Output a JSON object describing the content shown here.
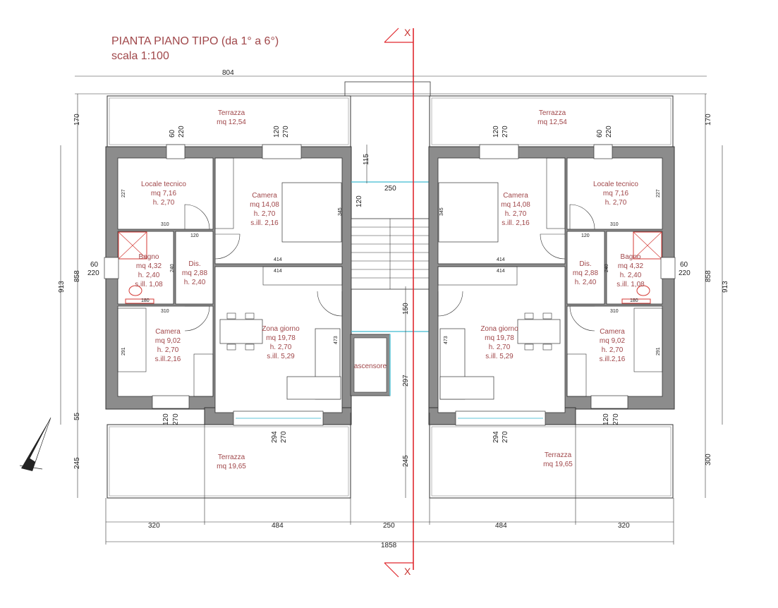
{
  "title": {
    "line1": "PIANTA PIANO TIPO (da 1° a 6°)",
    "line2": "scala 1:100"
  },
  "section_marker": "X",
  "colors": {
    "wall": "#8c8c8c",
    "room_text": "#a0474a",
    "section_line": "#e0282e",
    "glass": "#5fc6d8"
  },
  "dimensions": {
    "top_width": "804",
    "bottom_parts": [
      "320",
      "484",
      "250",
      "484",
      "320"
    ],
    "total": "1858",
    "left_170": "170",
    "left_913": "913",
    "left_858": "858",
    "left_55": "55",
    "left_245": "245",
    "right_170": "170",
    "right_913": "913",
    "right_858": "858",
    "right_300": "300",
    "center_115": "115",
    "center_120": "120",
    "center_250": "250",
    "center_150": "150",
    "center_297": "297",
    "center_245": "245",
    "window_60": "60",
    "window_220": "220",
    "window_120": "120",
    "window_270": "270",
    "window_294": "294",
    "int_227": "227",
    "int_310": "310",
    "int_120": "120",
    "int_240": "240",
    "int_180": "180",
    "int_414": "414",
    "int_345": "345",
    "int_291": "291",
    "int_473": "473"
  },
  "rooms": {
    "terrazza_top": {
      "name": "Terrazza",
      "area": "mq 12,54"
    },
    "terrazza_bottom": {
      "name": "Terrazza",
      "area": "mq 19,65"
    },
    "locale": {
      "name": "Locale tecnico",
      "area": "mq 7,16",
      "h": "h. 2,70"
    },
    "camera_big": {
      "name": "Camera",
      "area": "mq 14,08",
      "h": "h. 2,70",
      "sill": "s.ill. 2,16"
    },
    "bagno": {
      "name": "Bagno",
      "area": "mq 4,32",
      "h": "h. 2,40",
      "sill": "s.ill. 1,08"
    },
    "dis": {
      "name": "Dis.",
      "area": "mq 2,88",
      "h": "h. 2,40"
    },
    "camera_small": {
      "name": "Camera",
      "area": "mq 9,02",
      "h": "h. 2,70",
      "sill": "s.ill.2,16"
    },
    "zona_giorno": {
      "name": "Zona giorno",
      "area": "mq 19,78",
      "h": "h. 2,70",
      "sill": "s.ill. 5,29"
    },
    "ascensore": "ascensore"
  }
}
